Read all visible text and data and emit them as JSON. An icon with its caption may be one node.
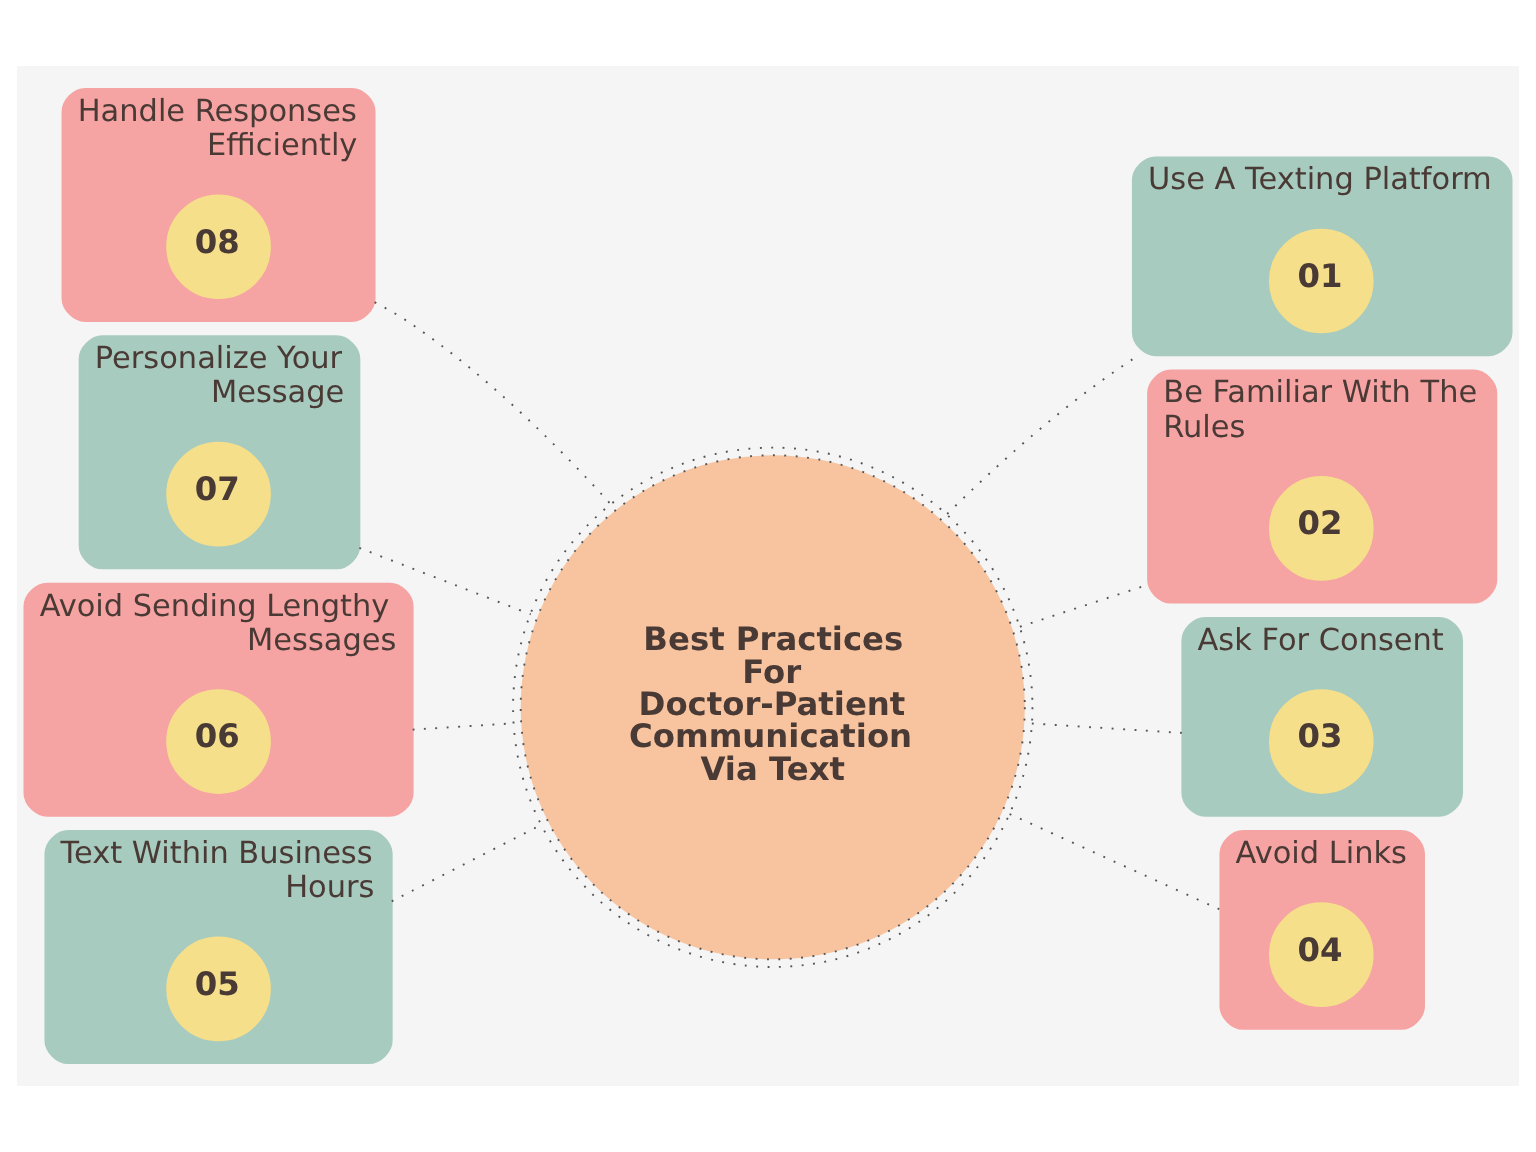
{
  "diagram": {
    "nodes": [
      {
        "text": [
          "Best Practices For Doctor-Patient Communication Via Text"
        ]
      },
      {
        "text": [
          "Use A Texting Platform"
        ]
      },
      {
        "text": [
          "01"
        ],
        "in": 1
      },
      {
        "text": [
          "Be Familiar With The Rules"
        ]
      },
      {
        "text": [
          "02"
        ],
        "in": 3
      },
      {
        "text": [
          "Ask For Consent"
        ]
      },
      {
        "text": [
          "03"
        ],
        "in": 5
      },
      {
        "text": [
          "Avoid Links"
        ]
      },
      {
        "text": [
          "04"
        ],
        "in": 7
      },
      {
        "text": [
          "Text Within Business Hours"
        ]
      },
      {
        "text": [
          "05"
        ],
        "in": 9
      },
      {
        "text": [
          "Avoid Sending Lengthy Messages"
        ]
      },
      {
        "text": [
          "06"
        ],
        "in": 11
      },
      {
        "text": [
          "Personalize Your Message"
        ]
      },
      {
        "text": [
          "07"
        ],
        "in": 13
      },
      {
        "text": [
          "Handle Responses Efficiently"
        ]
      },
      {
        "text": [
          "08"
        ],
        "in": 15
      }
    ],
    "edges": [
      {
        "from": 0,
        "to": 1,
        "arrow": "none"
      },
      {
        "from": 0,
        "to": 3,
        "arrow": "none"
      },
      {
        "from": 0,
        "to": 5,
        "arrow": "none"
      },
      {
        "from": 0,
        "to": 7,
        "arrow": "none"
      },
      {
        "from": 9,
        "to": 0,
        "arrow": "none"
      },
      {
        "from": 11,
        "to": 0,
        "arrow": "none"
      },
      {
        "from": 13,
        "to": 0,
        "arrow": "none"
      },
      {
        "from": 15,
        "to": 0,
        "arrow": "none"
      }
    ]
  }
}
